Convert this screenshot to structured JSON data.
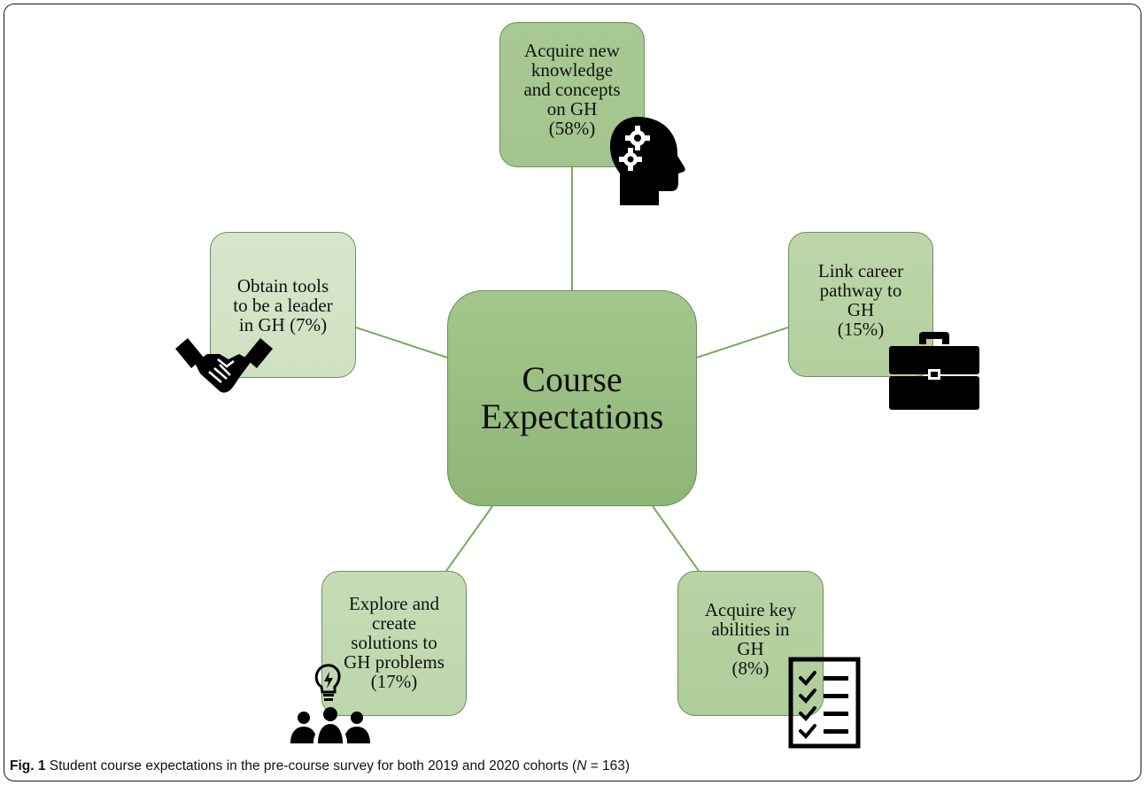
{
  "center": {
    "label": "Course\nExpectations"
  },
  "nodes": {
    "top": "Acquire new\nknowledge\nand concepts\non GH\n(58%)",
    "left": "Obtain tools\nto be a leader\nin GH (7%)",
    "right": "Link career\npathway to\nGH\n(15%)",
    "bottom_left": "Explore and\ncreate\nsolutions to\nGH problems\n(17%)",
    "bottom_right": "Acquire key\nabilities in\nGH\n(8%)"
  },
  "icons": {
    "top": "head-gears-icon",
    "left": "handshake-icon",
    "right": "briefcase-icon",
    "bottom_left": "lightbulb-people-icon",
    "bottom_right": "checklist-icon"
  },
  "caption": {
    "figure_label": "Fig. 1",
    "text_before": " Student course expectations in the pre-course survey for both 2019 and 2020 cohorts (",
    "n_symbol": "N",
    "text_after": " = 163)"
  },
  "colors": {
    "connector": "#7aab5a",
    "node_border": "#6f8f5f",
    "icon": "#000000"
  }
}
